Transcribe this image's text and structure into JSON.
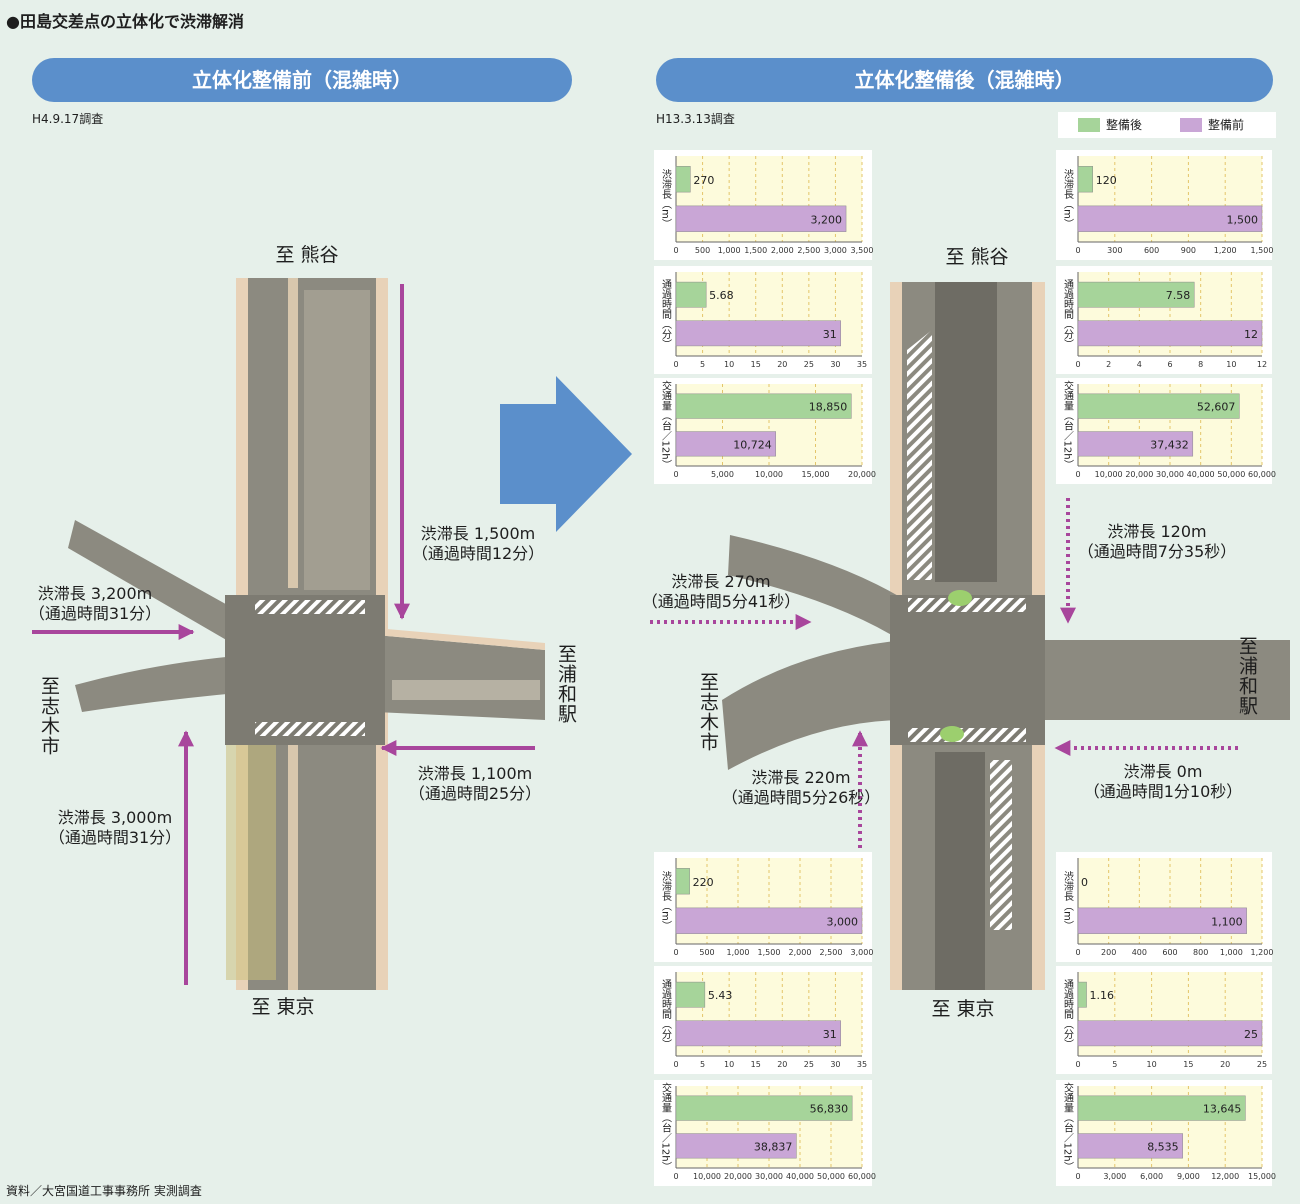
{
  "page": {
    "title": "●田島交差点の立体化で渋滞解消",
    "source": "資料／大宮国道工事事務所 実測調査"
  },
  "left": {
    "banner": "立体化整備前（混雑時）",
    "survey": "H4.9.17調査",
    "to_north": "至 熊谷",
    "to_south": "至 東京",
    "to_east": "至浦和駅",
    "to_west": "至志木市",
    "north": {
      "line1": "渋滞長 1,500m",
      "line2": "（通過時間12分）"
    },
    "west": {
      "line1": "渋滞長 3,200m",
      "line2": "（通過時間31分）"
    },
    "east": {
      "line1": "渋滞長 1,100m",
      "line2": "（通過時間25分）"
    },
    "south": {
      "line1": "渋滞長 3,000m",
      "line2": "（通過時間31分）"
    }
  },
  "right": {
    "banner": "立体化整備後（混雑時）",
    "survey": "H13.3.13調査",
    "to_north": "至 熊谷",
    "to_south": "至 東京",
    "to_east": "至浦和駅",
    "to_west": "至志木市",
    "north": {
      "line1": "渋滞長 120m",
      "line2": "（通過時間7分35秒）"
    },
    "west": {
      "line1": "渋滞長 270m",
      "line2": "（通過時間5分41秒）"
    },
    "east": {
      "line1": "渋滞長 0m",
      "line2": "（通過時間1分10秒）"
    },
    "south": {
      "line1": "渋滞長 220m",
      "line2": "（通過時間5分26秒）"
    }
  },
  "legend": {
    "after": "整備後",
    "before": "整備前"
  },
  "colors": {
    "after": "#a6d49a",
    "before": "#c9a6d6",
    "arrow": "#a8469c",
    "banner": "#5b8fcb",
    "chart_bg": "#fdfbdc",
    "grid": "#e4c56a"
  },
  "chart_data": [
    {
      "type": "bar",
      "group": "west",
      "title": "渋滞長（m）",
      "series": [
        {
          "name": "整備後",
          "values": [
            270
          ]
        },
        {
          "name": "整備前",
          "values": [
            3200
          ]
        }
      ],
      "xlim": [
        0,
        3500
      ],
      "ticks": [
        "0",
        "500",
        "1,000",
        "1,500",
        "2,000",
        "2,500",
        "3,000",
        "3,500"
      ],
      "labels": [
        "270",
        "3,200"
      ]
    },
    {
      "type": "bar",
      "group": "west",
      "title": "通過時間（分）",
      "series": [
        {
          "name": "整備後",
          "values": [
            5.68
          ]
        },
        {
          "name": "整備前",
          "values": [
            31
          ]
        }
      ],
      "xlim": [
        0,
        35
      ],
      "ticks": [
        "0",
        "5",
        "10",
        "15",
        "20",
        "25",
        "30",
        "35"
      ],
      "labels": [
        "5.68",
        "31"
      ]
    },
    {
      "type": "bar",
      "group": "west",
      "title": "交通量（台／12h）",
      "series": [
        {
          "name": "整備後",
          "values": [
            18850
          ]
        },
        {
          "name": "整備前",
          "values": [
            10724
          ]
        }
      ],
      "xlim": [
        0,
        20000
      ],
      "ticks": [
        "0",
        "5,000",
        "10,000",
        "15,000",
        "20,000"
      ],
      "labels": [
        "18,850",
        "10,724"
      ]
    },
    {
      "type": "bar",
      "group": "north",
      "title": "渋滞長（m）",
      "series": [
        {
          "name": "整備後",
          "values": [
            120
          ]
        },
        {
          "name": "整備前",
          "values": [
            1500
          ]
        }
      ],
      "xlim": [
        0,
        1500
      ],
      "ticks": [
        "0",
        "300",
        "600",
        "900",
        "1,200",
        "1,500"
      ],
      "labels": [
        "120",
        "1,500"
      ]
    },
    {
      "type": "bar",
      "group": "north",
      "title": "通過時間（分）",
      "series": [
        {
          "name": "整備後",
          "values": [
            7.58
          ]
        },
        {
          "name": "整備前",
          "values": [
            12
          ]
        }
      ],
      "xlim": [
        0,
        12
      ],
      "ticks": [
        "0",
        "2",
        "4",
        "6",
        "8",
        "10",
        "12"
      ],
      "labels": [
        "7.58",
        "12"
      ]
    },
    {
      "type": "bar",
      "group": "north",
      "title": "交通量（台／12h）",
      "series": [
        {
          "name": "整備後",
          "values": [
            52607
          ]
        },
        {
          "name": "整備前",
          "values": [
            37432
          ]
        }
      ],
      "xlim": [
        0,
        60000
      ],
      "ticks": [
        "0",
        "10,000",
        "20,000",
        "30,000",
        "40,000",
        "50,000",
        "60,000"
      ],
      "labels": [
        "52,607",
        "37,432"
      ]
    },
    {
      "type": "bar",
      "group": "south",
      "title": "渋滞長（m）",
      "series": [
        {
          "name": "整備後",
          "values": [
            220
          ]
        },
        {
          "name": "整備前",
          "values": [
            3000
          ]
        }
      ],
      "xlim": [
        0,
        3000
      ],
      "ticks": [
        "0",
        "500",
        "1,000",
        "1,500",
        "2,000",
        "2,500",
        "3,000"
      ],
      "labels": [
        "220",
        "3,000"
      ]
    },
    {
      "type": "bar",
      "group": "south",
      "title": "通過時間（分）",
      "series": [
        {
          "name": "整備後",
          "values": [
            5.43
          ]
        },
        {
          "name": "整備前",
          "values": [
            31
          ]
        }
      ],
      "xlim": [
        0,
        35
      ],
      "ticks": [
        "0",
        "5",
        "10",
        "15",
        "20",
        "25",
        "30",
        "35"
      ],
      "labels": [
        "5.43",
        "31"
      ]
    },
    {
      "type": "bar",
      "group": "south",
      "title": "交通量（台／12h）",
      "series": [
        {
          "name": "整備後",
          "values": [
            56830
          ]
        },
        {
          "name": "整備前",
          "values": [
            38837
          ]
        }
      ],
      "xlim": [
        0,
        60000
      ],
      "ticks": [
        "0",
        "10,000",
        "20,000",
        "30,000",
        "40,000",
        "50,000",
        "60,000"
      ],
      "labels": [
        "56,830",
        "38,837"
      ]
    },
    {
      "type": "bar",
      "group": "east",
      "title": "渋滞長（m）",
      "series": [
        {
          "name": "整備後",
          "values": [
            0
          ]
        },
        {
          "name": "整備前",
          "values": [
            1100
          ]
        }
      ],
      "xlim": [
        0,
        1200
      ],
      "ticks": [
        "0",
        "200",
        "400",
        "600",
        "800",
        "1,000",
        "1,200"
      ],
      "labels": [
        "0",
        "1,100"
      ]
    },
    {
      "type": "bar",
      "group": "east",
      "title": "通過時間（分）",
      "series": [
        {
          "name": "整備後",
          "values": [
            1.16
          ]
        },
        {
          "name": "整備前",
          "values": [
            25
          ]
        }
      ],
      "xlim": [
        0,
        25
      ],
      "ticks": [
        "0",
        "5",
        "10",
        "15",
        "20",
        "25"
      ],
      "labels": [
        "1.16",
        "25"
      ]
    },
    {
      "type": "bar",
      "group": "east",
      "title": "交通量（台／12h）",
      "series": [
        {
          "name": "整備後",
          "values": [
            13645
          ]
        },
        {
          "name": "整備前",
          "values": [
            8535
          ]
        }
      ],
      "xlim": [
        0,
        15000
      ],
      "ticks": [
        "0",
        "3,000",
        "6,000",
        "9,000",
        "12,000",
        "15,000"
      ],
      "labels": [
        "13,645",
        "8,535"
      ]
    }
  ]
}
